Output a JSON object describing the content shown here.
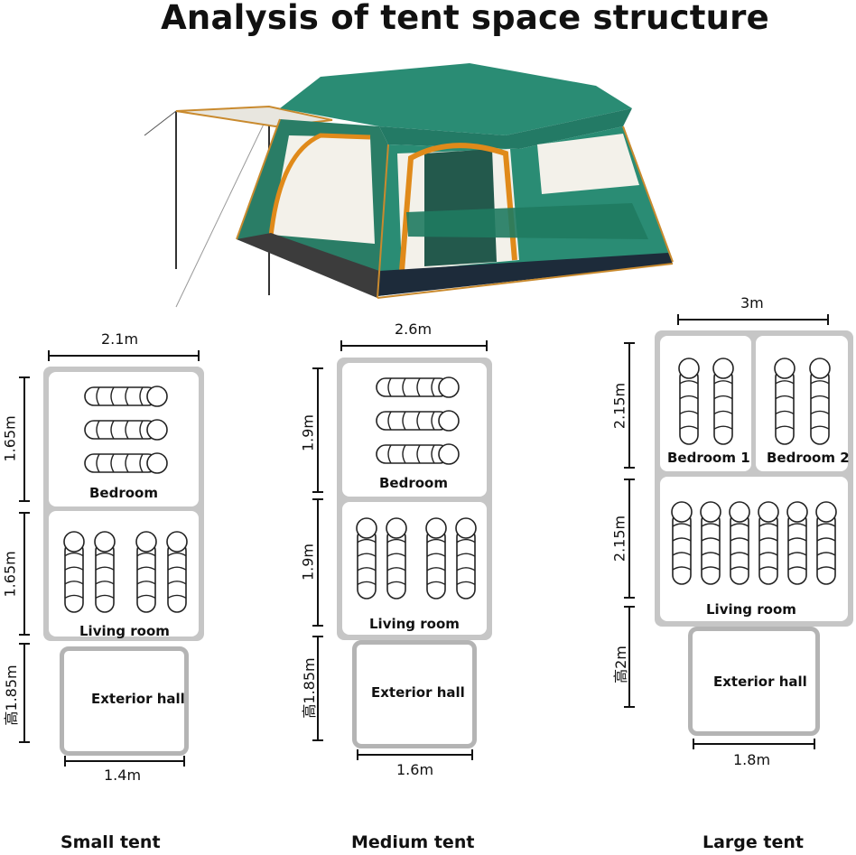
{
  "title": "Analysis of tent space structure",
  "small": {
    "name": "Small tent",
    "width_top": "2.1m",
    "width_bottom": "1.4m",
    "h1": "1.65m",
    "h2": "1.65m",
    "h3": "高1.85m",
    "room1": "Bedroom",
    "room2": "Living room",
    "room3": "Exterior hall"
  },
  "medium": {
    "name": "Medium tent",
    "width_top": "2.6m",
    "width_bottom": "1.6m",
    "h1": "1.9m",
    "h2": "1.9m",
    "h3": "高1.85m",
    "room1": "Bedroom",
    "room2": "Living room",
    "room3": "Exterior hall"
  },
  "large": {
    "name": "Large tent",
    "width_top": "3m",
    "width_bottom": "1.8m",
    "h1": "2.15m",
    "h2": "2.15m",
    "h3": "高2m",
    "room1a": "Bedroom 1",
    "room1b": "Bedroom 2",
    "room2": "Living room",
    "room3": "Exterior hall"
  },
  "colors": {
    "tent_green": "#1f7a63",
    "tent_orange": "#e08a1a",
    "box_border": "#b4b4b4"
  }
}
